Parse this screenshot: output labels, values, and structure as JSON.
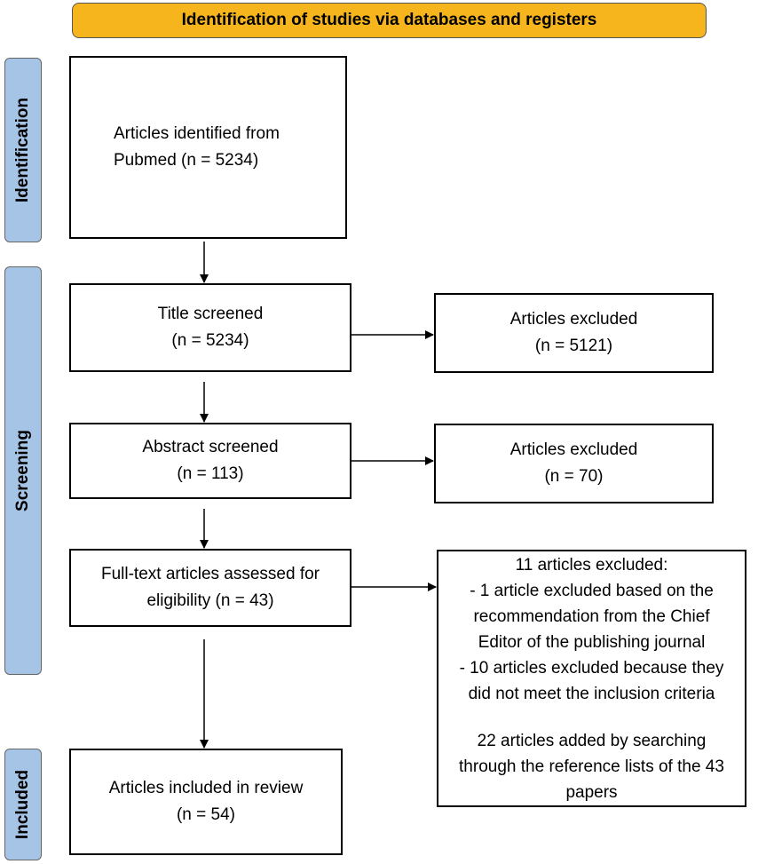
{
  "header": {
    "title": "Identification of studies via databases and registers"
  },
  "phases": {
    "identification": "Identification",
    "screening": "Screening",
    "included": "Included"
  },
  "boxes": {
    "identified": {
      "line1": "Articles identified from",
      "line2": "Pubmed (n = 5234)"
    },
    "title_screened": {
      "line1": "Title screened",
      "line2": "(n = 5234)"
    },
    "excluded_title": {
      "line1": "Articles excluded",
      "line2": "(n = 5121)"
    },
    "abstract_screened": {
      "line1": "Abstract screened",
      "line2": "(n = 113)"
    },
    "excluded_abstract": {
      "line1": "Articles excluded",
      "line2": "(n = 70)"
    },
    "fulltext": {
      "line1": "Full-text articles assessed for",
      "line2": "eligibility (n = 43)"
    },
    "excluded_fulltext": {
      "lines": [
        "11 articles excluded:",
        "- 1 article excluded based on the",
        "recommendation from the Chief",
        "Editor of the publishing journal",
        "- 10 articles excluded because they",
        "did not meet the inclusion criteria",
        "",
        "22 articles added by searching",
        "through the reference lists of the 43",
        "papers"
      ]
    },
    "included": {
      "line1": "Articles included in review",
      "line2": "(n = 54)"
    }
  },
  "colors": {
    "header_fill": "#f6b51c",
    "phase_fill": "#a6c4e6"
  }
}
